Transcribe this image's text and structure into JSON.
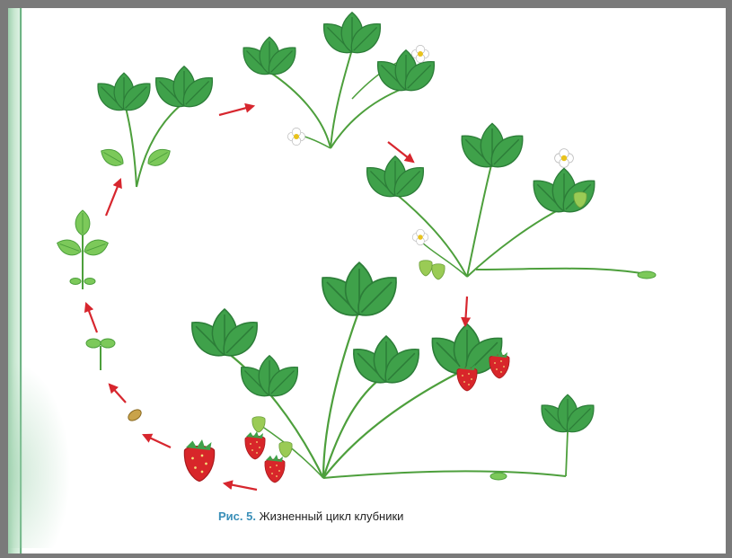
{
  "caption": {
    "figure_label": "Рис. 5.",
    "text": "Жизненный цикл клубники"
  },
  "stages": [
    {
      "id": "berry",
      "icon": "strawberry-icon"
    },
    {
      "id": "seed",
      "icon": "seed-icon"
    },
    {
      "id": "sprout",
      "icon": "sprout-icon"
    },
    {
      "id": "seedling",
      "icon": "seedling-icon"
    },
    {
      "id": "young-plant",
      "icon": "young-plant-icon"
    },
    {
      "id": "flowering-plant",
      "icon": "flowering-plant-icon"
    },
    {
      "id": "plant-with-green-fruit",
      "icon": "fruiting-plant-icon"
    },
    {
      "id": "mature-plant-with-runner",
      "icon": "mature-plant-icon"
    }
  ],
  "colors": {
    "leaf": "#3fa14a",
    "leaf_light": "#7cc95a",
    "leaf_dark": "#2c7d38",
    "berry": "#d8262a",
    "arrow": "#d7262e",
    "caption_label": "#3a8fb8",
    "frame": "#7a7a7a"
  }
}
